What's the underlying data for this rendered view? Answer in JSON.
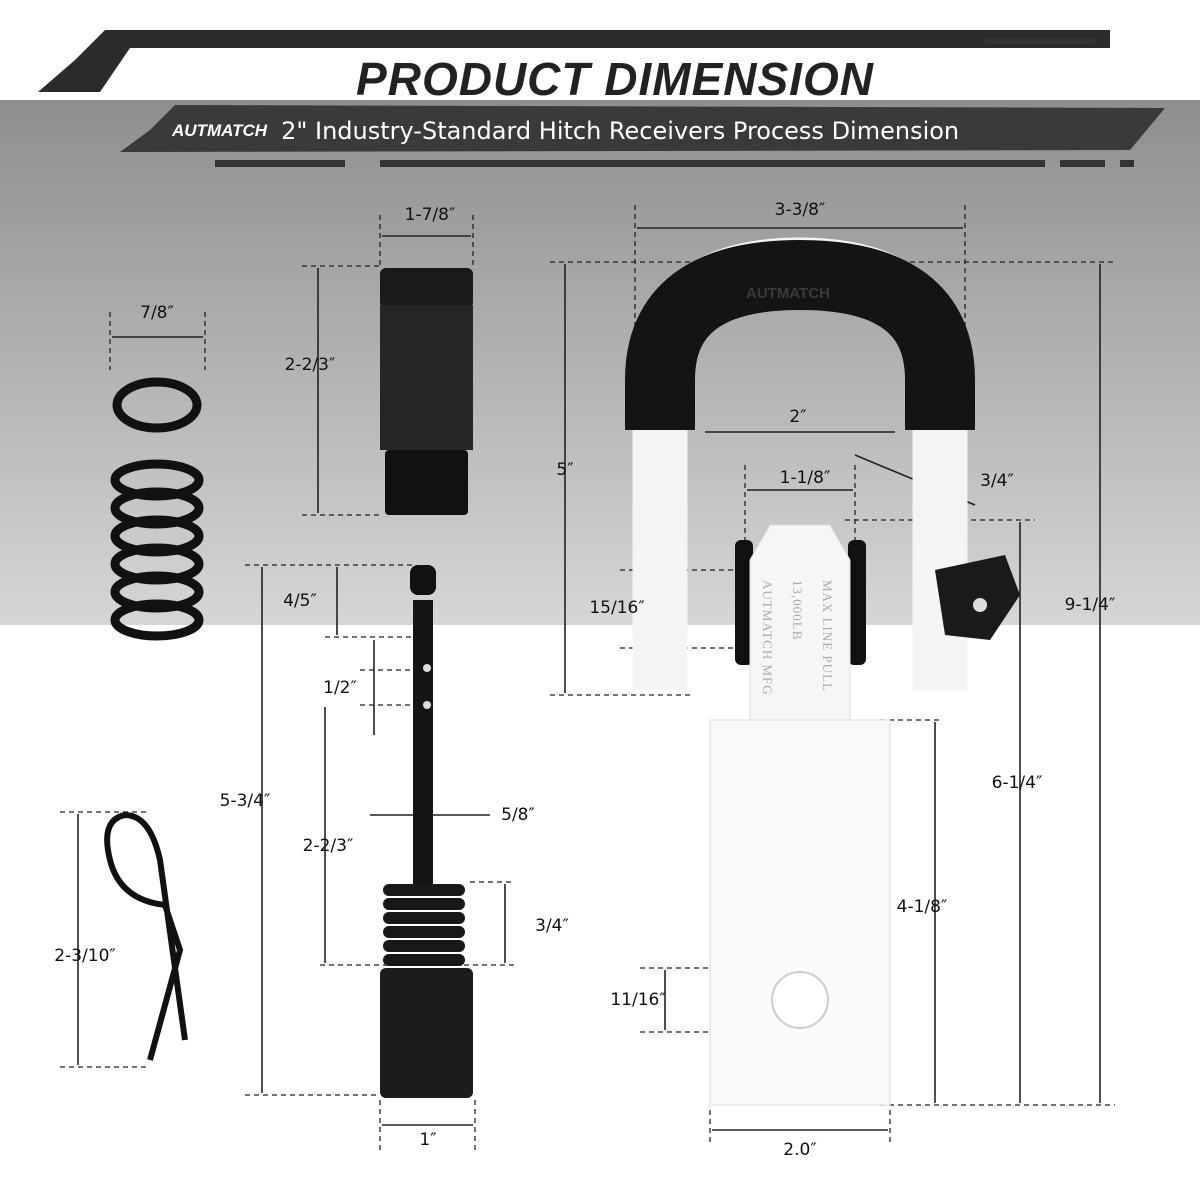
{
  "header": {
    "title": "PRODUCT DIMENSION",
    "brand": "AUTMATCH",
    "subtitle": "2\" Industry-Standard Hitch Receivers Process Dimension"
  },
  "engravings": {
    "shackle_logo": "AUTMATCH",
    "line1": "MAX LINE PULL",
    "line2": "13,000LB",
    "line3": "AUTMATCH MFG"
  },
  "dimensions": {
    "sleeve_width": "1-7/8″",
    "shackle_width": "3-3/8″",
    "ring_width": "7/8″",
    "sleeve_height": "2-2/3″",
    "shackle_inner": "2″",
    "shackle_height": "5″",
    "shackle_jaw": "1-1/8″",
    "shackle_thickness": "3/4″",
    "pin_tip": "4/5″",
    "jaw_pin": "15/16″",
    "total_height": "9-1/4″",
    "pin_holes": "1/2″",
    "pin_length": "5-3/4″",
    "pin_diameter": "5/8″",
    "receiver_height": "6-1/4″",
    "pin_shaft": "2-2/3″",
    "spring": "3/4″",
    "shank": "4-1/8″",
    "clip_height": "2-3/10″",
    "hole": "11/16″",
    "knob": "1″",
    "receiver_width": "2.0″"
  }
}
